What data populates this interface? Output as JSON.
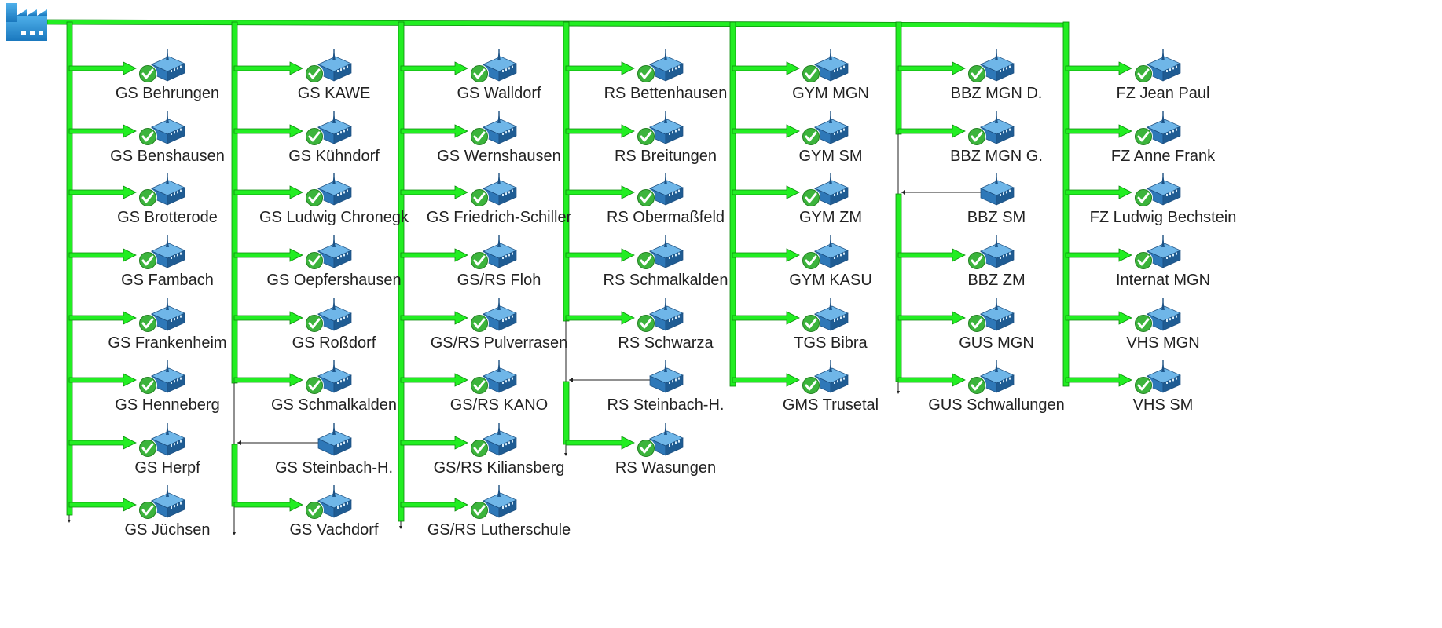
{
  "root": {
    "icon": "factory-icon",
    "color": "#2F8FD0"
  },
  "legend": {
    "link_ok_color": "#22EE22",
    "link_ok_stroke": "#0B8A0B",
    "link_down_color": "#222222",
    "status_ok_icon": "checkmark-badge-icon",
    "device_icon": "switch-device-icon"
  },
  "columns": [
    {
      "id": "gs-1",
      "nodes": [
        {
          "label": "GS Behrungen",
          "status": "ok"
        },
        {
          "label": "GS Benshausen",
          "status": "ok"
        },
        {
          "label": "GS Brotterode",
          "status": "ok"
        },
        {
          "label": "GS Fambach",
          "status": "ok"
        },
        {
          "label": "GS Frankenheim",
          "status": "ok"
        },
        {
          "label": "GS Henneberg",
          "status": "ok"
        },
        {
          "label": "GS Herpf",
          "status": "ok"
        },
        {
          "label": "GS Jüchsen",
          "status": "ok"
        }
      ]
    },
    {
      "id": "gs-2",
      "nodes": [
        {
          "label": "GS KAWE",
          "status": "ok"
        },
        {
          "label": "GS Kühndorf",
          "status": "ok"
        },
        {
          "label": "GS Ludwig Chronegk",
          "status": "ok"
        },
        {
          "label": "GS Oepfershausen",
          "status": "ok"
        },
        {
          "label": "GS Roßdorf",
          "status": "ok"
        },
        {
          "label": "GS Schmalkalden",
          "status": "ok"
        },
        {
          "label": "GS Steinbach-H.",
          "status": "none"
        },
        {
          "label": "GS Vachdorf",
          "status": "ok"
        }
      ]
    },
    {
      "id": "gs-rs",
      "nodes": [
        {
          "label": "GS Walldorf",
          "status": "ok"
        },
        {
          "label": "GS Wernshausen",
          "status": "ok"
        },
        {
          "label": "GS Friedrich-Schiller",
          "status": "ok"
        },
        {
          "label": "GS/RS Floh",
          "status": "ok"
        },
        {
          "label": "GS/RS Pulverrasen",
          "status": "ok"
        },
        {
          "label": "GS/RS KANO",
          "status": "ok"
        },
        {
          "label": "GS/RS Kiliansberg",
          "status": "ok"
        },
        {
          "label": "GS/RS Lutherschule",
          "status": "ok"
        }
      ]
    },
    {
      "id": "rs",
      "nodes": [
        {
          "label": "RS Bettenhausen",
          "status": "ok"
        },
        {
          "label": "RS Breitungen",
          "status": "ok"
        },
        {
          "label": "RS Obermaßfeld",
          "status": "ok"
        },
        {
          "label": "RS Schmalkalden",
          "status": "ok"
        },
        {
          "label": "RS Schwarza",
          "status": "ok"
        },
        {
          "label": "RS Steinbach-H.",
          "status": "none"
        },
        {
          "label": "RS Wasungen",
          "status": "ok"
        }
      ]
    },
    {
      "id": "gym",
      "nodes": [
        {
          "label": "GYM MGN",
          "status": "ok"
        },
        {
          "label": "GYM SM",
          "status": "ok"
        },
        {
          "label": "GYM ZM",
          "status": "ok"
        },
        {
          "label": "GYM KASU",
          "status": "ok"
        },
        {
          "label": "TGS Bibra",
          "status": "ok"
        },
        {
          "label": "GMS Trusetal",
          "status": "ok"
        }
      ]
    },
    {
      "id": "bbz",
      "nodes": [
        {
          "label": "BBZ MGN D.",
          "status": "ok"
        },
        {
          "label": "BBZ MGN G.",
          "status": "ok"
        },
        {
          "label": "BBZ SM",
          "status": "none"
        },
        {
          "label": "BBZ ZM",
          "status": "ok"
        },
        {
          "label": "GUS MGN",
          "status": "ok"
        },
        {
          "label": "GUS Schwallungen",
          "status": "ok"
        }
      ]
    },
    {
      "id": "fz",
      "nodes": [
        {
          "label": "FZ Jean Paul",
          "status": "ok"
        },
        {
          "label": "FZ Anne Frank",
          "status": "ok"
        },
        {
          "label": "FZ Ludwig Bechstein",
          "status": "ok"
        },
        {
          "label": "Internat MGN",
          "status": "ok"
        },
        {
          "label": "VHS MGN",
          "status": "ok"
        },
        {
          "label": "VHS SM",
          "status": "ok"
        }
      ]
    }
  ]
}
